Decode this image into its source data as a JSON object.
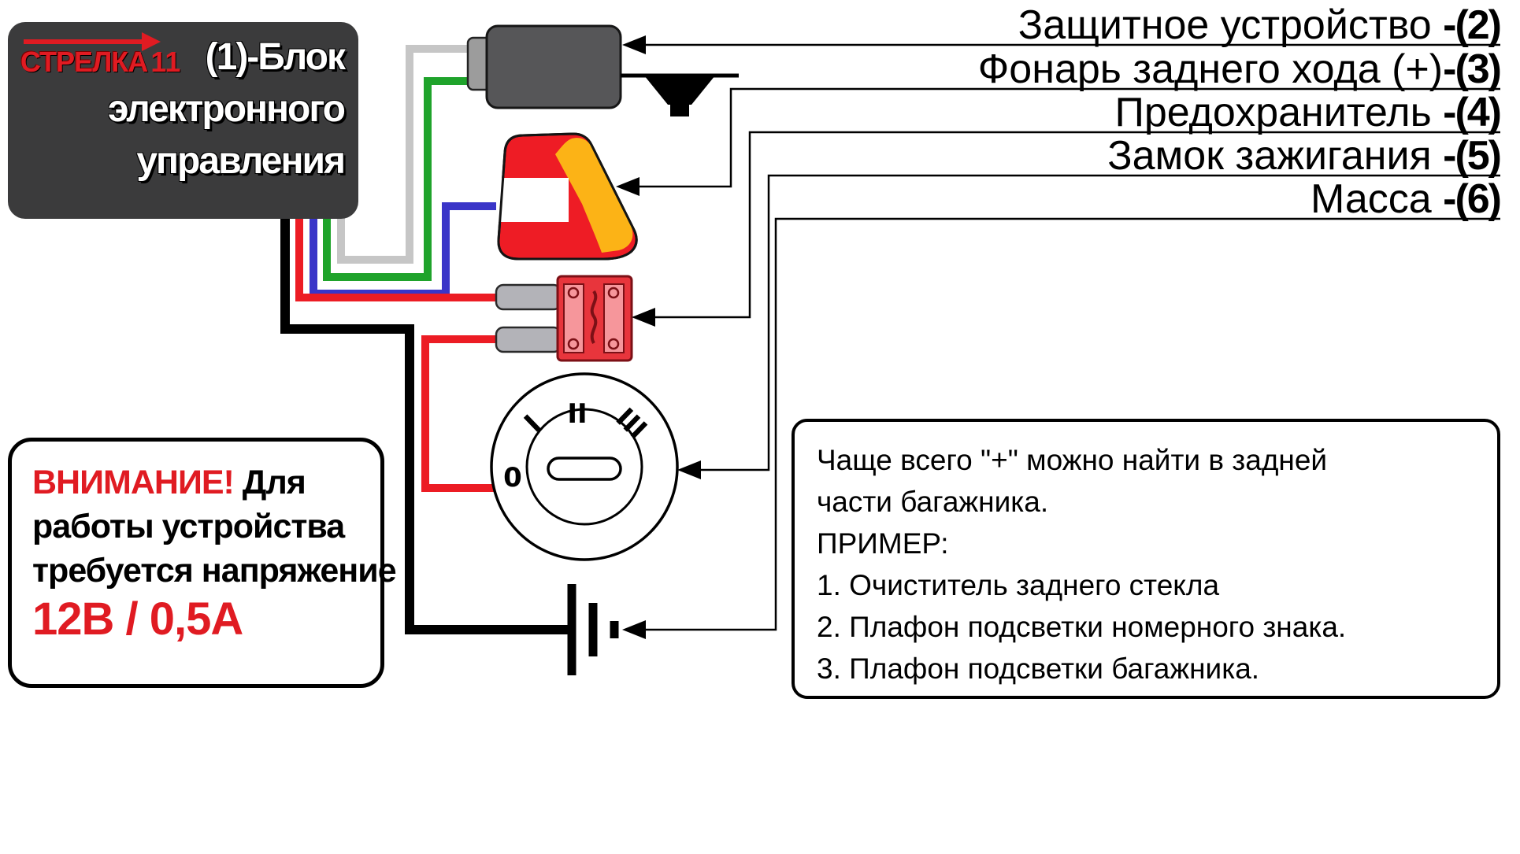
{
  "header": {
    "logo_text": "СТРЕЛКА",
    "logo_number": "11",
    "title_line1": "(1)-Блок",
    "title_line2": "электронного",
    "title_line3": "управления"
  },
  "labels": [
    {
      "text": "Защитное устройство ",
      "ref": "-(2)"
    },
    {
      "text": "Фонарь заднего хода (+)",
      "ref": "-(3)"
    },
    {
      "text": "Предохранитель ",
      "ref": "-(4)"
    },
    {
      "text": "Замок зажигания ",
      "ref": "-(5)"
    },
    {
      "text": "Масса ",
      "ref": "-(6)"
    }
  ],
  "warning": {
    "attention": "ВНИМАНИЕ!",
    "line1_rest": " Для",
    "line2": "работы устройства",
    "line3": "требуется напряжение",
    "value": "12В / 0,5А"
  },
  "note": {
    "lines": [
      "Чаще всего \"+\" можно найти в задней",
      "части багажника.",
      "ПРИМЕР:",
      "1. Очиститель заднего стекла",
      "2. Плафон подсветки номерного знака.",
      "3. Плафон подсветки багажника."
    ]
  },
  "ignition": {
    "positions": [
      "0",
      "I",
      "II",
      "III"
    ]
  },
  "colors": {
    "wire_gray": "#c6c6c6",
    "wire_green": "#1fa32b",
    "wire_blue": "#3a35c8",
    "wire_red": "#ec1c24",
    "wire_black": "#000000",
    "accent_red": "#e01b22",
    "header_bg": "#3b3b3c",
    "fuse_red": "#e8353c",
    "lamp_red": "#ee1c25",
    "lamp_amber": "#fcb316"
  }
}
